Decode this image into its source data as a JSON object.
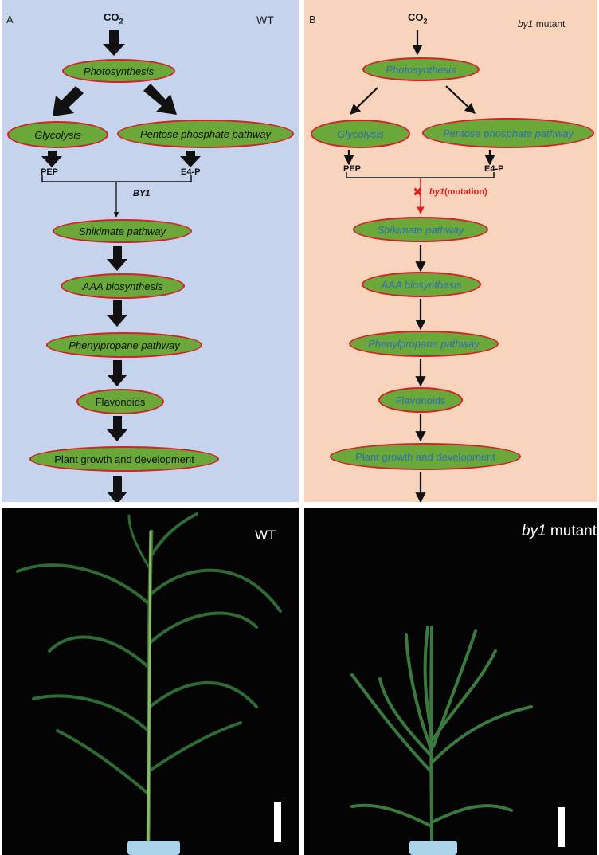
{
  "panel_a": {
    "letter": "A",
    "genotype": "WT",
    "input": "CO",
    "input_sub": "2",
    "nodes": {
      "photosynthesis": "Photosynthesis",
      "glycolysis": "Glycolysis",
      "pentose": "Pentose phosphate  pathway",
      "shikimate": "Shikimate pathway",
      "aaa": "AAA biosynthesis",
      "phenylpropane": "Phenylpropane pathway",
      "flavonoids": "Flavonoids",
      "growth": "Plant growth and development"
    },
    "pep": "PEP",
    "e4p": "E4-P",
    "enzyme": "BY1"
  },
  "panel_b": {
    "letter": "B",
    "genotype_italic": "by1",
    "genotype_rest": " mutant",
    "input": "CO",
    "input_sub": "2",
    "nodes": {
      "photosynthesis": "Photosynthesis",
      "glycolysis": "Glycolysis",
      "pentose": "Pentose phosphate  pathway",
      "shikimate": "Shikimate pathway",
      "aaa": "AAA biosynthesis",
      "phenylpropane": "Phenylpropane pathway",
      "flavonoids": "Flavonoids",
      "growth": "Plant growth and development"
    },
    "pep": "PEP",
    "e4p": "E4-P",
    "mutation_italic": "by1",
    "mutation_rest": "(mutation)",
    "block_mark": "✖"
  },
  "photo_a": {
    "label": "WT"
  },
  "photo_b": {
    "label_italic": "by1",
    "label_rest": " mutant"
  },
  "colors": {
    "panel_a_bg": "#c5d3ec",
    "panel_b_bg": "#f8d4bd",
    "node_fill": "#6aa83a",
    "node_border": "#d81e26",
    "mutant_text": "#2e6db8",
    "mutation_red": "#e02020"
  }
}
